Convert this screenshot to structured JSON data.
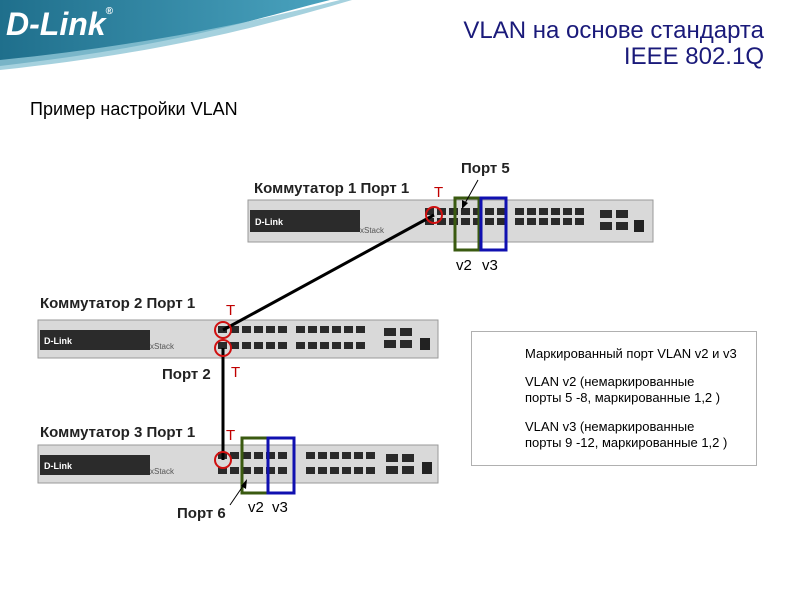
{
  "header": {
    "logo": "D-Link",
    "logo_mark": "®",
    "title_line1": "VLAN на основе стандарта",
    "title_line2": "IEEE 802.1Q",
    "subtitle": "Пример настройки VLAN"
  },
  "diagram": {
    "switch1": {
      "label": "Коммутатор 1  Порт 1",
      "tag": "T",
      "port5_label": "Порт 5",
      "v2": "v2",
      "v3": "v3"
    },
    "switch2": {
      "label": "Коммутатор 2  Порт 1",
      "tag1": "T",
      "port2_label": "Порт 2",
      "tag2": "T"
    },
    "switch3": {
      "label": "Коммутатор 3  Порт 1",
      "tag": "T",
      "port6_label": "Порт 6",
      "v2": "v2",
      "v3": "v3"
    },
    "switch_brand": "D-Link",
    "switch_series": "xStack"
  },
  "legend": {
    "tagged": "Маркированный порт VLAN v2 и v3",
    "v2_line1": "VLAN v2 (немаркированные",
    "v2_line2": "порты 5 -8, маркированные 1,2 )",
    "v3_line1": "VLAN v3 (немаркированные",
    "v3_line2": "порты 9 -12, маркированные 1,2 )"
  },
  "colors": {
    "banner": "#2f8aa6",
    "tag_circle": "#d01010",
    "v2_box": "#3a5a10",
    "v3_box": "#1010b0",
    "title": "#1a1a7a"
  }
}
